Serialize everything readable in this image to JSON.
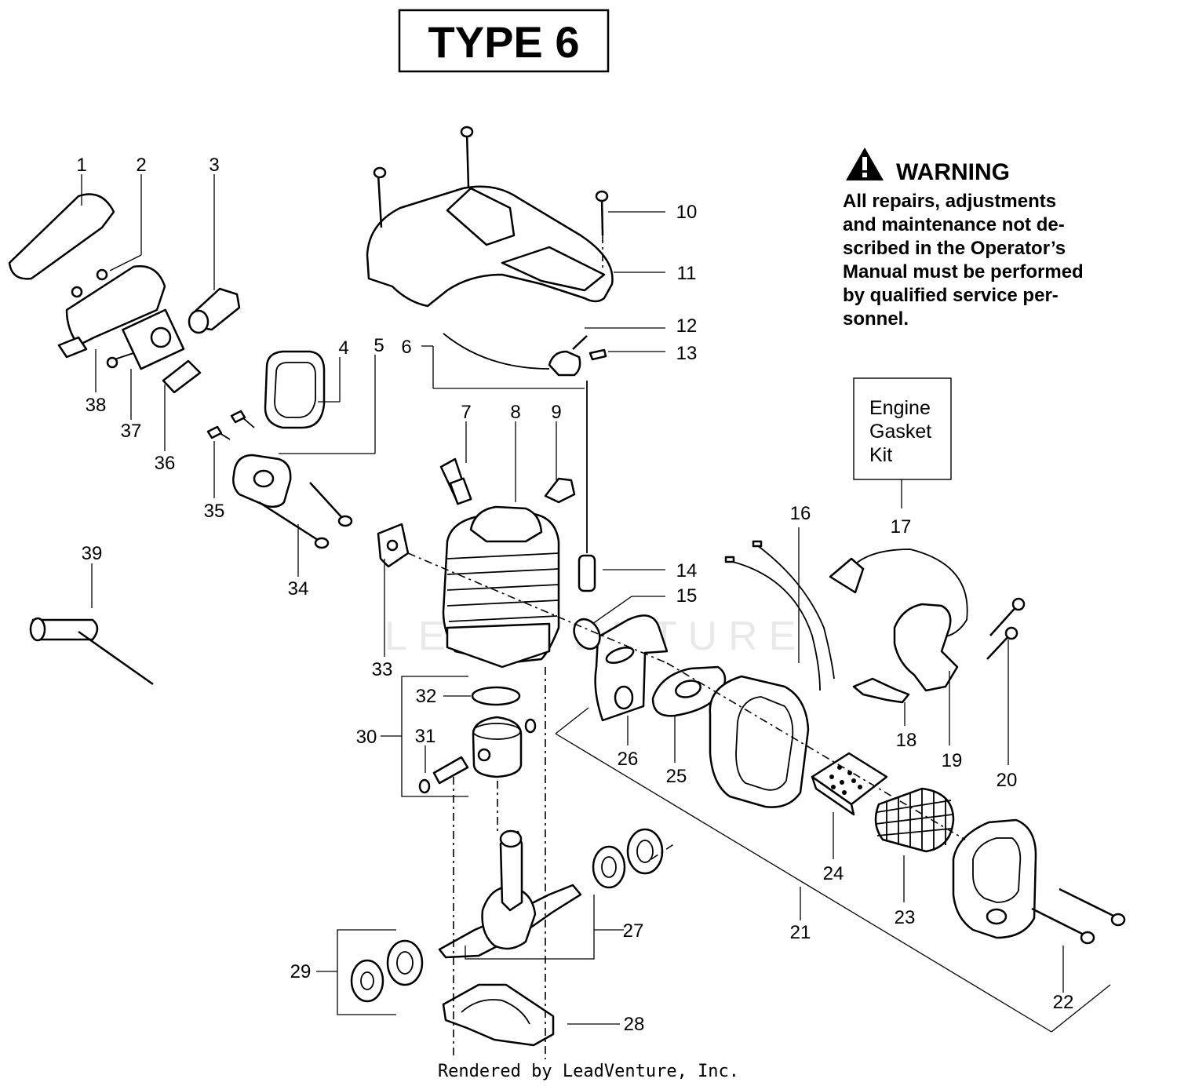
{
  "title": "TYPE 6",
  "warning": {
    "heading": "WARNING",
    "lines": [
      "All  repairs,  adjustments",
      "and  maintenance  not  de-",
      "scribed  in  the  Operator’s",
      "Manual must be performed",
      "by  qualified   service  per-",
      "sonnel."
    ]
  },
  "kit_box": {
    "lines": [
      "Engine",
      "Gasket",
      "Kit"
    ]
  },
  "callouts": [
    "1",
    "2",
    "3",
    "4",
    "5",
    "6",
    "7",
    "8",
    "9",
    "10",
    "11",
    "12",
    "13",
    "14",
    "15",
    "16",
    "17",
    "18",
    "19",
    "20",
    "21",
    "22",
    "23",
    "24",
    "25",
    "26",
    "27",
    "28",
    "29",
    "30",
    "31",
    "32",
    "33",
    "34",
    "35",
    "36",
    "37",
    "38",
    "39"
  ],
  "watermark": "LEADVENTURE",
  "footer": "Rendered by LeadVenture, Inc.",
  "icons": {
    "warning": "warning-triangle-icon"
  }
}
